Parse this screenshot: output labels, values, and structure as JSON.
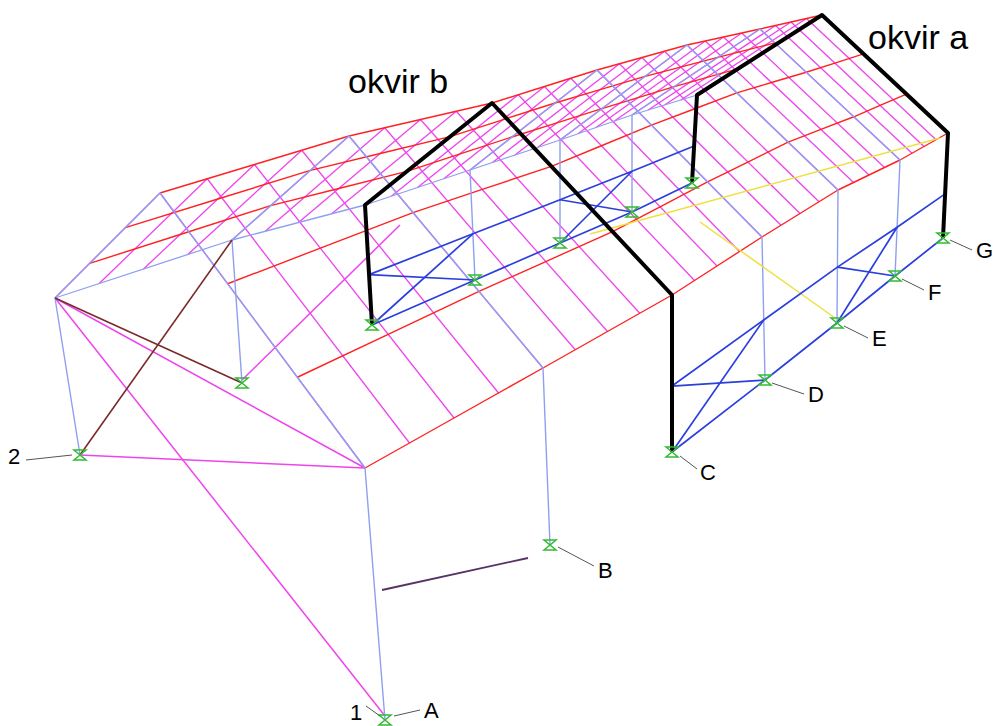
{
  "diagram": {
    "labels": [
      "okvir b",
      "okvir a",
      "2",
      "B",
      "C",
      "D",
      "E",
      "F",
      "G",
      "1",
      "A"
    ]
  }
}
